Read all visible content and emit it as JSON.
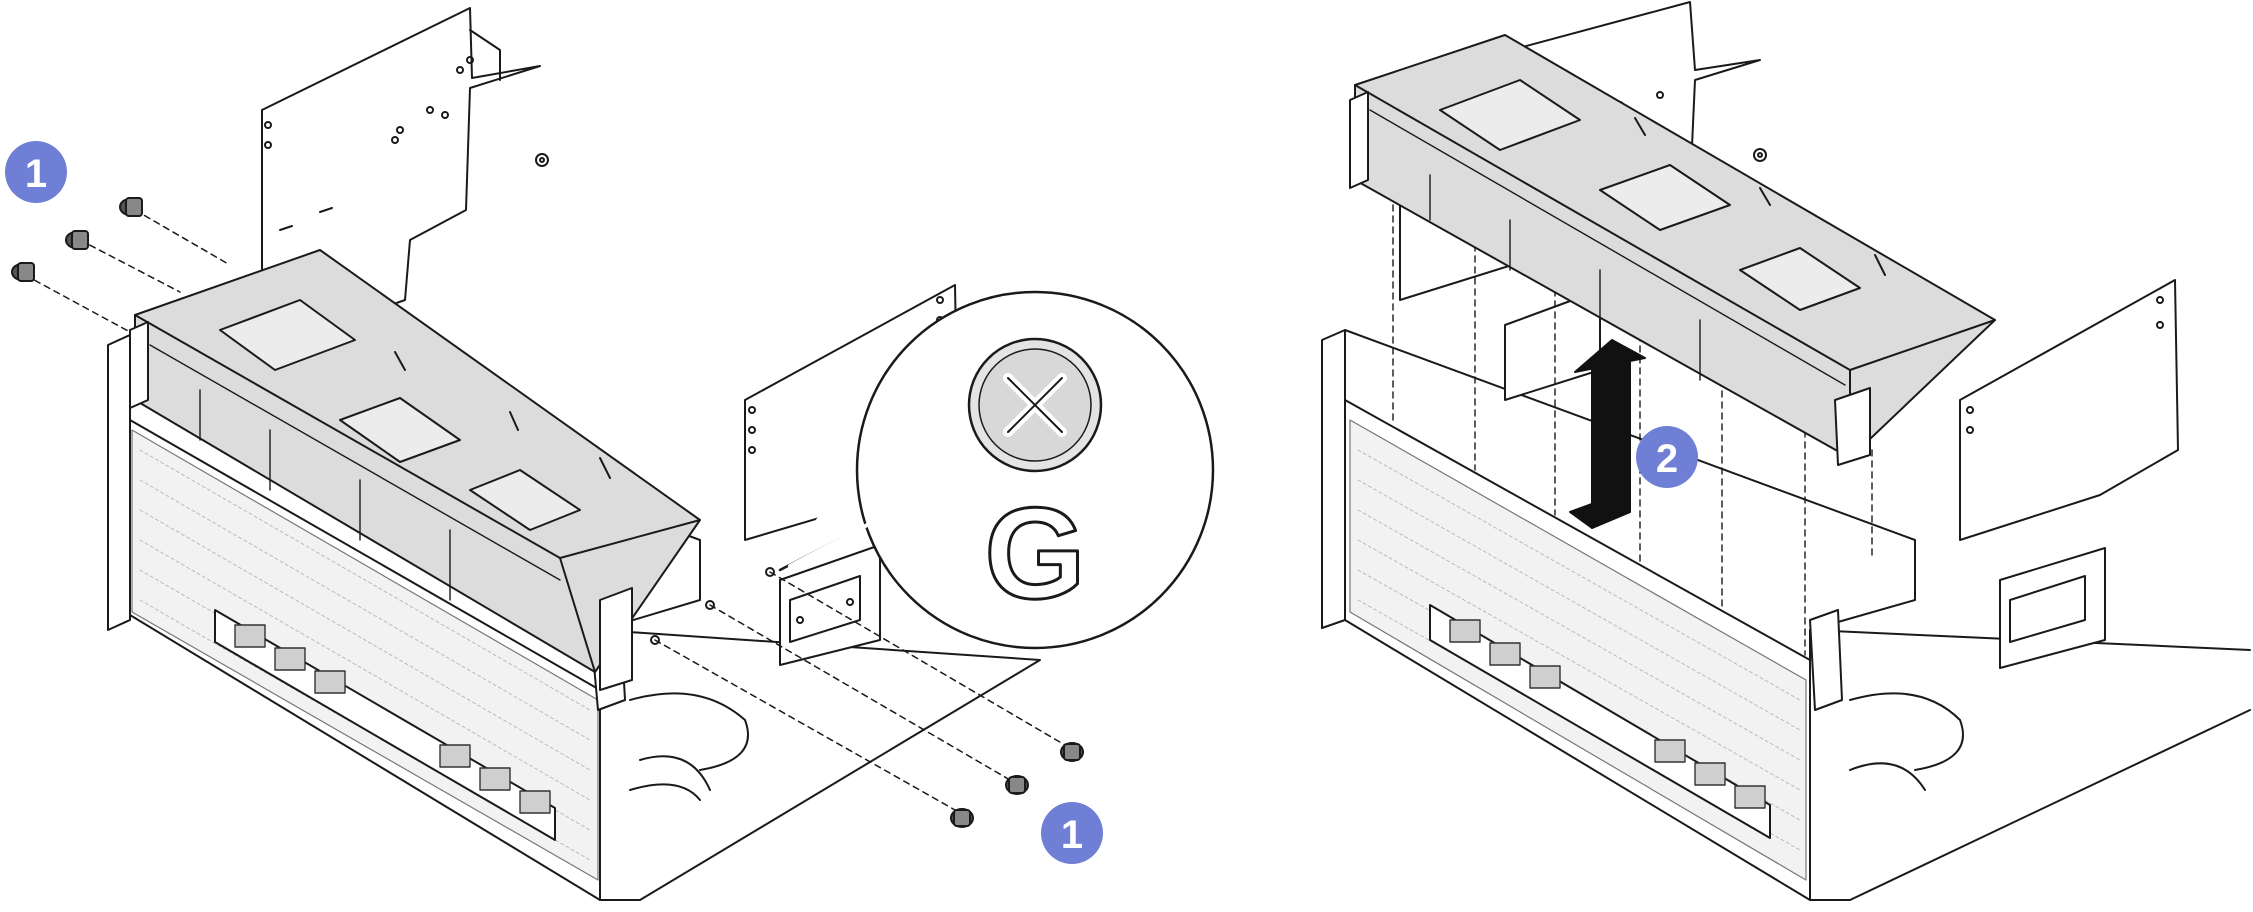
{
  "step_markers": [
    {
      "label": "1"
    },
    {
      "label": "1"
    },
    {
      "label": "2"
    }
  ],
  "callout": {
    "letter": "G",
    "icon": "phillips-screw-head-icon"
  },
  "colors": {
    "marker_fill": "#6f7fd6",
    "marker_text": "#ffffff",
    "line": "#1a1a1a",
    "cage_fill": "#dcdcdc",
    "arrow_fill": "#111111"
  }
}
